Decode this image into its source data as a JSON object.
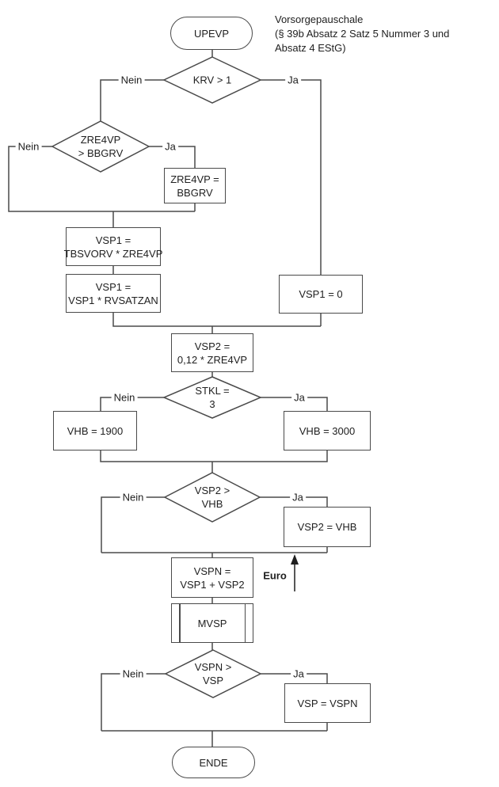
{
  "annotation": {
    "line1": "Vorsorgepauschale",
    "line2": "(§ 39b Absatz 2 Satz 5 Nummer 3 und",
    "line3": "Absatz 4 EStG)"
  },
  "edge_labels": {
    "nein": "Nein",
    "ja": "Ja"
  },
  "axis_label": {
    "euro": "Euro"
  },
  "nodes": {
    "start": {
      "label": "UPEVP"
    },
    "krv_decision": {
      "line1": "KRV > 1"
    },
    "zre4vp_decision": {
      "line1": "ZRE4VP",
      "line2": "> BBGRV"
    },
    "zre4vp_assign": {
      "line1": "ZRE4VP =",
      "line2": "BBGRV"
    },
    "vsp1_tbsvorv": {
      "line1": "VSP1 =",
      "line2": "TBSVORV * ZRE4VP"
    },
    "vsp1_rvsatzan": {
      "line1": "VSP1 =",
      "line2": "VSP1 * RVSATZAN"
    },
    "vsp1_zero": {
      "line1": "VSP1 = 0"
    },
    "vsp2_calc": {
      "line1": "VSP2 =",
      "line2": "0,12 * ZRE4VP"
    },
    "stkl_decision": {
      "line1": "STKL =",
      "line2": "3"
    },
    "vhb_1900": {
      "line1": "VHB = 1900"
    },
    "vhb_3000": {
      "line1": "VHB = 3000"
    },
    "vsp2_vhb_decision": {
      "line1": "VSP2 >",
      "line2": "VHB"
    },
    "vsp2_assign": {
      "line1": "VSP2 = VHB"
    },
    "vspn_calc": {
      "line1": "VSPN =",
      "line2": "VSP1 + VSP2"
    },
    "mvsp_subroutine": {
      "line1": "MVSP"
    },
    "vspn_vsp_decision": {
      "line1": "VSPN >",
      "line2": "VSP"
    },
    "vsp_assign": {
      "line1": "VSP = VSPN"
    },
    "end": {
      "label": "ENDE"
    }
  },
  "colors": {
    "line": "#4a4a4a",
    "text": "#212121",
    "background": "#ffffff"
  }
}
